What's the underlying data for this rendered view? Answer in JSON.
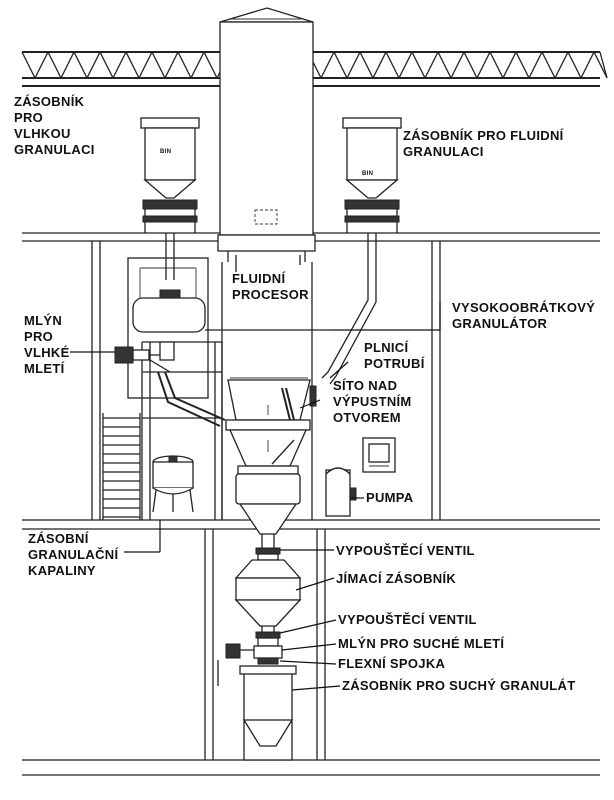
{
  "labels": {
    "wet_hopper": [
      "ZÁSOBNÍK",
      "PRO",
      "VLHKOU",
      "GRANULACI"
    ],
    "fluid_hopper": [
      "ZÁSOBNÍK PRO FLUIDNÍ",
      "GRANULACI"
    ],
    "fluid_processor": [
      "FLUIDNÍ",
      "PROCESOR"
    ],
    "high_shear_granulator": [
      "VYSOKOOBRÁTKOVÝ",
      "GRANULÁTOR"
    ],
    "wet_mill": [
      "MLÝN",
      "PRO",
      "VLHKÉ",
      "MLETÍ"
    ],
    "feed_pipe": [
      "PLNICÍ",
      "POTRUBÍ"
    ],
    "screen": [
      "SÍTO NAD",
      "VÝPUSTNÍM",
      "OTVOREM"
    ],
    "pump": [
      "PUMPA"
    ],
    "liquid_tank": [
      "ZÁSOBNÍ",
      "GRANULAČNÍ",
      "KAPALINY"
    ],
    "discharge_valve_1": [
      "VYPOUŠTĚCÍ VENTIL"
    ],
    "collecting_hopper": [
      "JÍMACÍ ZÁSOBNÍK"
    ],
    "discharge_valve_2": [
      "VYPOUŠTĚCÍ VENTIL"
    ],
    "dry_mill": [
      "MLÝN PRO SUCHÉ MLETÍ"
    ],
    "flex_joint": [
      "FLEXNÍ SPOJKA"
    ],
    "dry_granulate_hopper": [
      "ZÁSOBNÍK PRO SUCHÝ GRANULÁT"
    ]
  },
  "bin_marks": {
    "left": "BIN",
    "right": "BIN"
  },
  "colors": {
    "line": "#222222",
    "text": "#111111",
    "background": "#ffffff"
  }
}
